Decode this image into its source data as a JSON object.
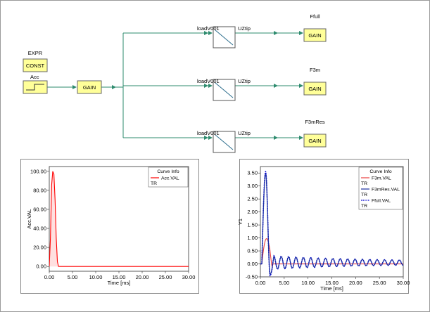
{
  "diagram": {
    "blocks": [
      {
        "id": "const",
        "type": "CONST",
        "name": "EXPR"
      },
      {
        "id": "acc",
        "type": "STEP",
        "name": "Acc"
      },
      {
        "id": "gain_acc",
        "type": "GAIN",
        "name": ""
      },
      {
        "id": "tf1",
        "type": "TRANSFER",
        "in_port": "loadV001",
        "out_port": "UZtip"
      },
      {
        "id": "tf2",
        "type": "TRANSFER",
        "in_port": "loadV001",
        "out_port": "UZtip"
      },
      {
        "id": "tf3",
        "type": "TRANSFER",
        "in_port": "loadV001",
        "out_port": "UZtip"
      },
      {
        "id": "gain_ffull",
        "type": "GAIN",
        "name": "Ffull"
      },
      {
        "id": "gain_f3m",
        "type": "GAIN",
        "name": "F3m"
      },
      {
        "id": "gain_f3mres",
        "type": "GAIN",
        "name": "F3mRes"
      }
    ]
  },
  "colors": {
    "block_fill": "#ffff99",
    "wire": "#2e8b6e",
    "acc_curve": "#ff0000",
    "f3m": "#e84040",
    "f3mres": "#1a2fa0",
    "ffull": "#0000cc"
  },
  "chart_data": [
    {
      "type": "line",
      "title": "",
      "xlabel": "Time [ms]",
      "ylabel": "Acc.VAL",
      "xlim": [
        0,
        30
      ],
      "ylim": [
        -5,
        105
      ],
      "xticks": [
        "0.00",
        "5.00",
        "10.00",
        "15.00",
        "20.00",
        "25.00",
        "30.00"
      ],
      "yticks": [
        "0.00",
        "20.00",
        "40.00",
        "60.00",
        "80.00",
        "100.00"
      ],
      "legend": {
        "title": "Curve Info",
        "placement": "top-right",
        "entries": [
          {
            "name": "Acc.VAL",
            "sub": "TR",
            "color": "#ff0000",
            "style": "solid"
          }
        ]
      },
      "series": [
        {
          "name": "Acc.VAL",
          "x": [
            0,
            0.25,
            0.5,
            0.75,
            1.0,
            1.25,
            1.5,
            1.75,
            2.0,
            30
          ],
          "y": [
            0,
            30,
            85,
            100,
            97,
            70,
            30,
            5,
            0,
            0
          ]
        }
      ]
    },
    {
      "type": "line",
      "title": "",
      "xlabel": "Time [ms]",
      "ylabel": "Y1",
      "xlim": [
        0,
        30
      ],
      "ylim": [
        -0.5,
        3.75
      ],
      "xticks": [
        "0.00",
        "5.00",
        "10.00",
        "15.00",
        "20.00",
        "25.00",
        "30.00"
      ],
      "yticks": [
        "-0.50",
        "0.00",
        "0.50",
        "1.00",
        "1.50",
        "2.00",
        "2.50",
        "3.00",
        "3.50"
      ],
      "legend": {
        "title": "Curve Info",
        "placement": "top-right",
        "entries": [
          {
            "name": "F3m.VAL",
            "sub": "TR",
            "color": "#e84040",
            "style": "solid"
          },
          {
            "name": "F3mRes.VAL",
            "sub": "TR",
            "color": "#1a2fa0",
            "style": "solid"
          },
          {
            "name": "Ffull.VAL",
            "sub": "TR",
            "color": "#0000cc",
            "style": "dotted"
          }
        ]
      },
      "series": [
        {
          "name": "F3m.VAL",
          "model": {
            "onset": 0.3,
            "peak_t": 1.4,
            "peak": 1.2,
            "dur": 2.2
          }
        },
        {
          "name": "Ffull.VAL",
          "model": {
            "onset": 0.3,
            "peak_t": 1.1,
            "peak": 3.55,
            "min_after": -0.45,
            "amp": 0.22,
            "period": 1.55,
            "decay": 0.055
          }
        },
        {
          "name": "F3mRes.VAL",
          "model": {
            "onset": 0.3,
            "peak_t": 1.1,
            "peak": 3.45,
            "min_after": -0.4,
            "amp": 0.2,
            "period": 1.55,
            "decay": 0.055
          }
        }
      ]
    }
  ]
}
